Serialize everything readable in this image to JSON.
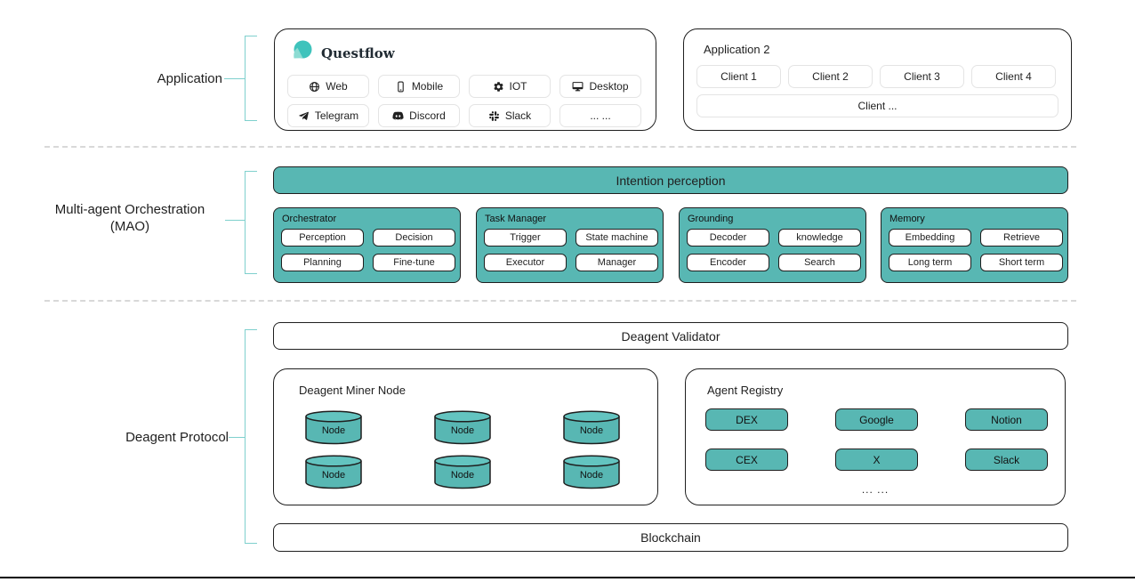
{
  "colors": {
    "teal": "#58b7b3",
    "cylinder_top": "#63c4c0",
    "bracket": "#7fd0cd",
    "border": "#1f1f1f",
    "light_button_border": "#e4e4e4",
    "dashed_line": "#d8d8d8",
    "logo_teal": "#3fc3bc",
    "logo_tail": "#8ddcd3"
  },
  "sections": {
    "application": {
      "label": "Application",
      "questflow": {
        "title": "Questflow",
        "buttons": [
          {
            "icon": "web-icon",
            "label": "Web"
          },
          {
            "icon": "mobile-icon",
            "label": "Mobile"
          },
          {
            "icon": "iot-gear-icon",
            "label": "IOT"
          },
          {
            "icon": "desktop-icon",
            "label": "Desktop"
          },
          {
            "icon": "telegram-icon",
            "label": "Telegram"
          },
          {
            "icon": "discord-icon",
            "label": "Discord"
          },
          {
            "icon": "slack-icon",
            "label": "Slack"
          },
          {
            "icon": null,
            "label": "... ..."
          }
        ]
      },
      "application2": {
        "title": "Application 2",
        "clients": [
          "Client 1",
          "Client 2",
          "Client 3",
          "Client 4"
        ],
        "client_more": "Client ..."
      }
    },
    "mao": {
      "label_line1": "Multi-agent Orchestration",
      "label_line2": "(MAO)",
      "intention_bar": "Intention perception",
      "modules": [
        {
          "title": "Orchestrator",
          "chips": [
            "Perception",
            "Decision",
            "Planning",
            "Fine-tune"
          ]
        },
        {
          "title": "Task Manager",
          "chips": [
            "Trigger",
            "State machine",
            "Executor",
            "Manager"
          ]
        },
        {
          "title": "Grounding",
          "chips": [
            "Decoder",
            "knowledge",
            "Encoder",
            "Search"
          ]
        },
        {
          "title": "Memory",
          "chips": [
            "Embedding",
            "Retrieve",
            "Long term",
            "Short term"
          ]
        }
      ]
    },
    "deagent": {
      "label": "Deagent Protocol",
      "validator_bar": "Deagent Validator",
      "miner": {
        "title": "Deagent Miner Node",
        "nodes": [
          "Node",
          "Node",
          "Node",
          "Node",
          "Node",
          "Node"
        ]
      },
      "registry": {
        "title": "Agent Registry",
        "agents": [
          "DEX",
          "Google",
          "Notion",
          "CEX",
          "X",
          "Slack"
        ],
        "more": "... ..."
      },
      "blockchain_bar": "Blockchain"
    }
  }
}
